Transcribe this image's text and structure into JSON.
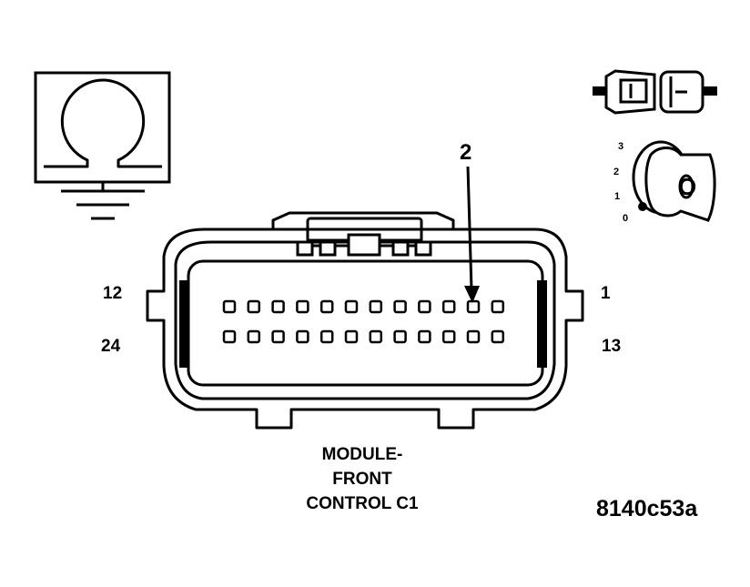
{
  "diagram": {
    "figure_id": "8140c53a",
    "caption": [
      "MODULE-",
      "FRONT",
      "CONTROL C1"
    ],
    "pin_callout": "2",
    "pin_labels": {
      "top_left": "12",
      "top_right": "1",
      "bottom_left": "24",
      "bottom_right": "13"
    },
    "key_positions": [
      "3",
      "2",
      "1",
      "0"
    ],
    "key_letter": "O",
    "connector": {
      "rows": 2,
      "pins_per_row": 12
    },
    "icons": [
      "ohmmeter-ground-icon",
      "connector-disconnect-icon",
      "ignition-key-icon"
    ]
  }
}
